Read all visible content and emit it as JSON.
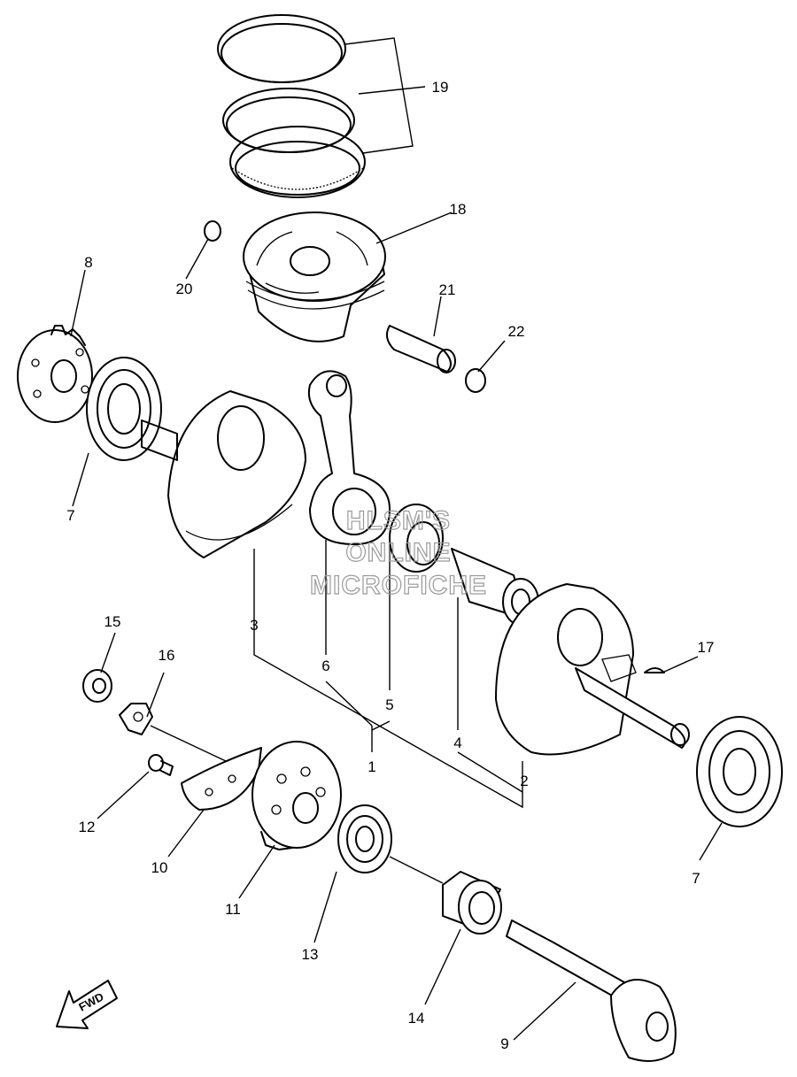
{
  "callouts": [
    "1",
    "2",
    "3",
    "4",
    "5",
    "6",
    "7",
    "7",
    "8",
    "9",
    "10",
    "11",
    "12",
    "13",
    "14",
    "15",
    "16",
    "17",
    "18",
    "19",
    "20",
    "21",
    "22"
  ],
  "watermark": [
    "HLSM'S",
    "ONLINE",
    "MICROFICHE"
  ],
  "fwd_label": "FWD"
}
